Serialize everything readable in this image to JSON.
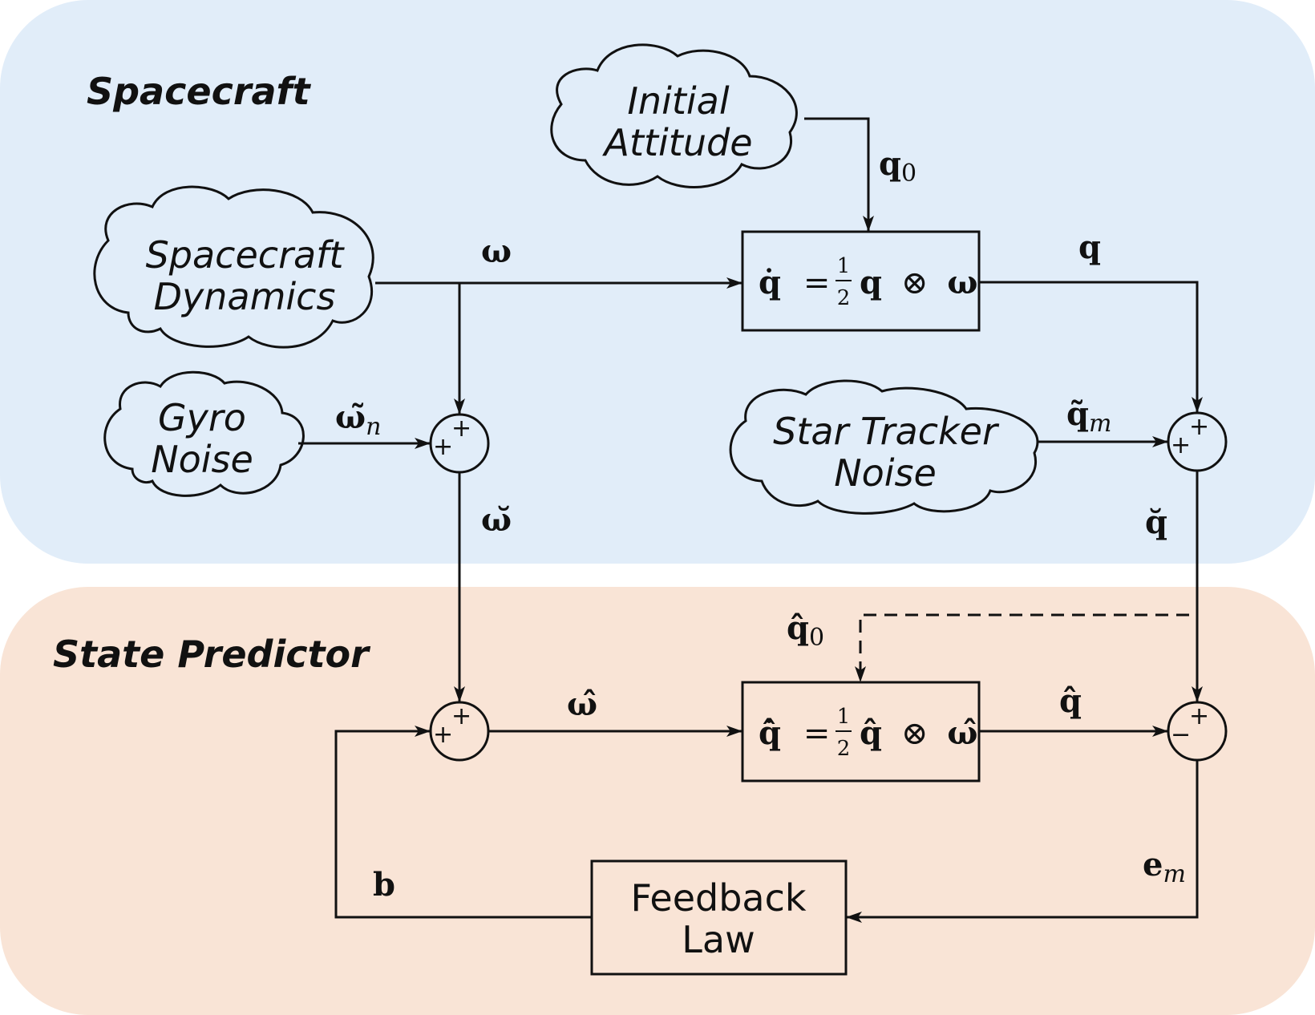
{
  "regions": {
    "spacecraft": {
      "title": "Spacecraft",
      "color": "#e1edf9"
    },
    "state_predictor": {
      "title": "State Predictor",
      "color": "#f9e4d6"
    }
  },
  "clouds": {
    "initial_attitude": {
      "line1": "Initial",
      "line2": "Attitude"
    },
    "spacecraft_dynamics": {
      "line1": "Spacecraft",
      "line2": "Dynamics"
    },
    "gyro_noise": {
      "line1": "Gyro",
      "line2": "Noise"
    },
    "star_tracker_noise": {
      "line1": "Star Tracker",
      "line2": "Noise"
    }
  },
  "blocks": {
    "kinematics": {
      "lhs": "q̇",
      "eq": "=",
      "op": "⊗",
      "q": "q",
      "w": "ω"
    },
    "predictor": {
      "lhs": "q̂̇",
      "eq": "=",
      "op": "⊗",
      "q": "q̂",
      "w": "ω̂"
    },
    "fraction": {
      "num": "1",
      "den": "2"
    },
    "feedback": {
      "line1": "Feedback",
      "line2": "Law"
    }
  },
  "signals": {
    "q0": {
      "base": "q",
      "sub": "0"
    },
    "omega": "ω",
    "q": "q",
    "omega_n": {
      "base": "ω̃",
      "sub": "n"
    },
    "q_m": {
      "base": "q̃",
      "sub": "m"
    },
    "omega_breve": "ω̆",
    "q_breve": "q̆",
    "q0_hat": {
      "base": "q̂",
      "sub": "0"
    },
    "omega_hat": "ω̂",
    "q_hat": "q̂",
    "e_m": {
      "base": "e",
      "sub": "m"
    },
    "b": "b"
  },
  "junctions": {
    "plus": "+",
    "minus": "−"
  }
}
